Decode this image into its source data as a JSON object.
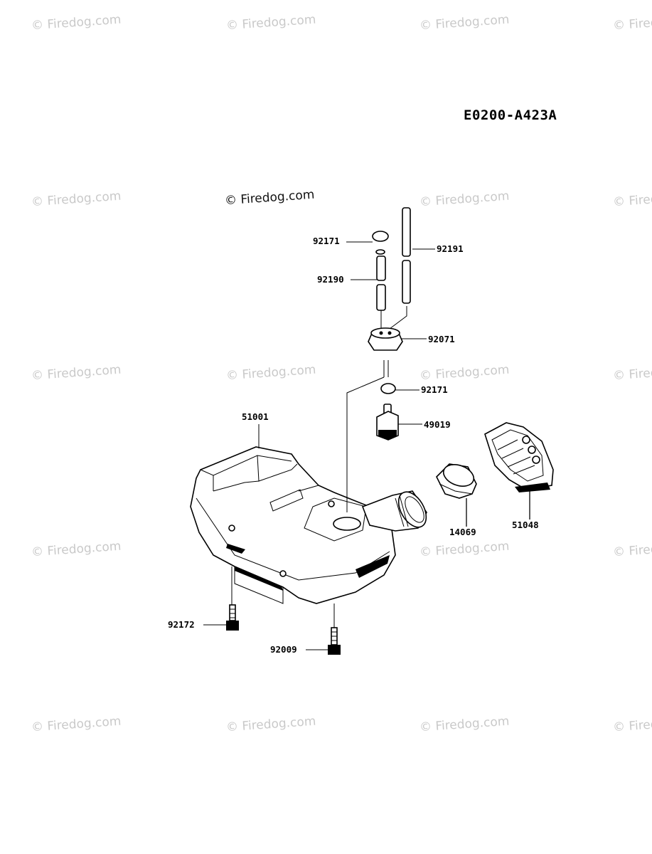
{
  "diagram_code": "E0200-A423A",
  "watermark": "© Firedog.com",
  "watermark_main": "© Firedog.com",
  "parts": {
    "p92171_top": "92171",
    "p92191": "92191",
    "p92190": "92190",
    "p92071": "92071",
    "p92171_bottom": "92171",
    "p49019": "49019",
    "p51001": "51001",
    "p14069": "14069",
    "p51048": "51048",
    "p92172": "92172",
    "p92009": "92009"
  }
}
